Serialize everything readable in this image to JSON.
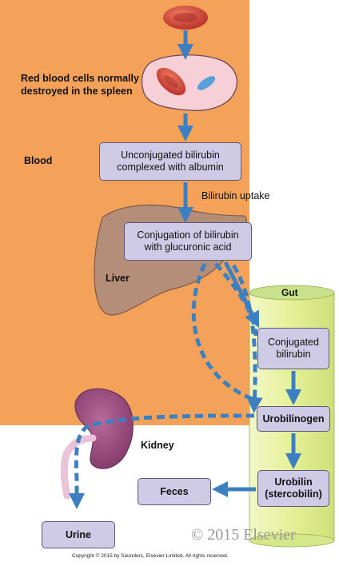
{
  "labels": {
    "rbc_destroyed": "Red blood cells normally destroyed in the spleen",
    "blood": "Blood",
    "bilirubin_uptake": "Bilirubin uptake",
    "liver": "Liver",
    "gut": "Gut",
    "kidney": "Kidney"
  },
  "boxes": {
    "unconjugated": "Unconjugated bilirubin complexed with albumin",
    "conjugation": "Conjugation of bilirubin with glucuronic acid",
    "conjugated": "Conjugated bilirubin",
    "urobilinogen": "Urobilinogen",
    "urobilin": "Urobilin (stercobilin)",
    "feces": "Feces",
    "urine": "Urine"
  },
  "watermark": "© 2015 Elsevier",
  "copyright": "Copyright © 2015 by Saunders, Elsevier Limited. All rights reserved.",
  "colors": {
    "blood_region": "#f4a25a",
    "arrow_blue": "#3d80c2",
    "box_fill": "#cfcbe6",
    "liver": "#b58e7a",
    "kidney": "#9a4a7e",
    "gut": "#e8f2a0",
    "red_cell": "#d9473a"
  }
}
